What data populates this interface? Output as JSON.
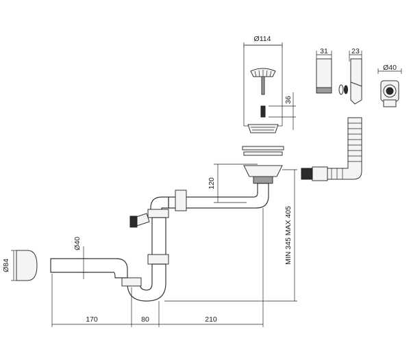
{
  "dimensions": {
    "strainer_diameter": "Ø114",
    "strainer_height": "36",
    "overflow_width": "31",
    "overflow_depth": "23",
    "connector_diameter": "Ø40",
    "drain_cap_diameter": "Ø84",
    "pipe_diameter": "Ø40",
    "inlet_height": "120",
    "height_range": "MIN 345 MAX 405",
    "length_a": "170",
    "length_b": "80",
    "length_c": "210"
  }
}
